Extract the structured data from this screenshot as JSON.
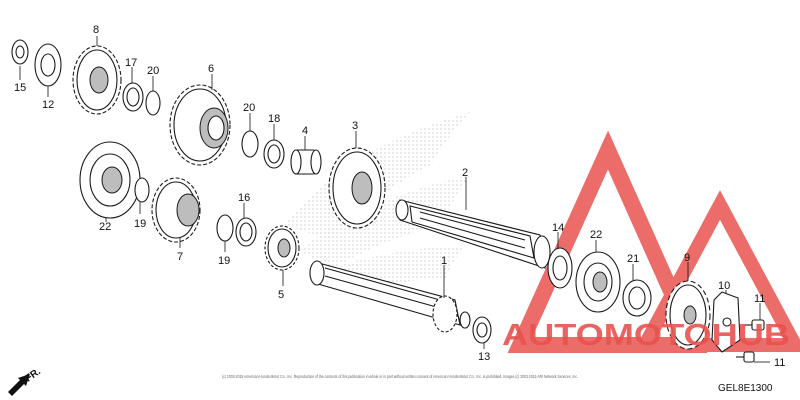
{
  "diagram": {
    "callouts": [
      "15",
      "12",
      "8",
      "17",
      "20",
      "6",
      "20",
      "18",
      "4",
      "3",
      "2",
      "22",
      "19",
      "7",
      "16",
      "19",
      "5",
      "1",
      "14",
      "22",
      "21",
      "9",
      "10",
      "11",
      "11",
      "13"
    ],
    "direction_label": "FR.",
    "diagram_code": "GEL8E1300",
    "copyright": "(c) 2003-2015 American Honda Motor Co., Inc. Reproduction of the contents of this publication in whole or in part without written consent of American Honda Motor Co., Inc. is prohibited. Images (c) 2003-2015 ARI Network Services, Inc.",
    "watermark": {
      "text": "AUTOMOTOHUB",
      "color": "#e8534f"
    }
  }
}
